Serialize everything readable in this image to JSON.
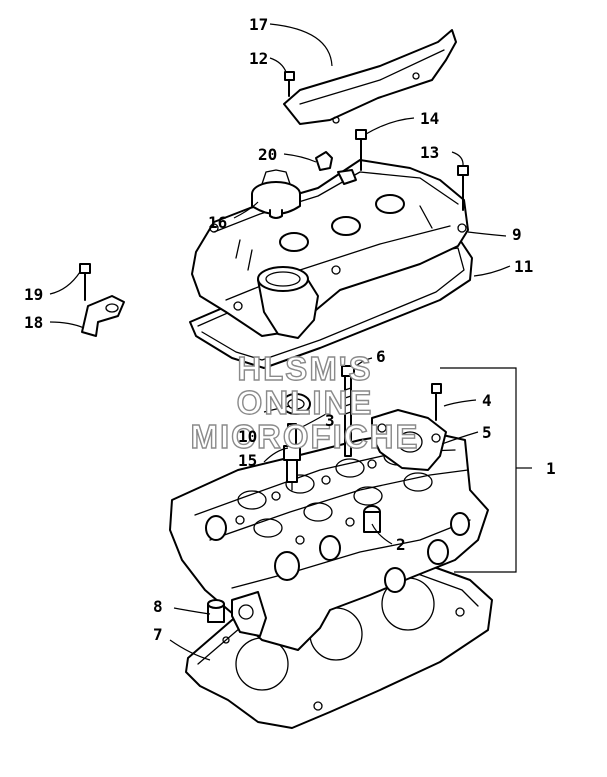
{
  "watermark": [
    "HLSM'S",
    "ONLINE",
    "MICROFICHE"
  ],
  "callouts": [
    "1",
    "2",
    "3",
    "4",
    "5",
    "7",
    "8",
    "9",
    "10",
    "11",
    "12",
    "13",
    "14",
    "15",
    "16",
    "17",
    "18",
    "19",
    "20",
    "6"
  ],
  "parts": {
    "cylinder_head_assembly": "1",
    "cylinder_head_gasket": "7",
    "valve_cover": "9",
    "valve_cover_gasket": "11",
    "oil_filler_cap": "16",
    "spark_plug_cover": "17",
    "clamp": "18",
    "clamp_bolt": "19",
    "plug_cap": "20",
    "dowel_pin": "8"
  }
}
